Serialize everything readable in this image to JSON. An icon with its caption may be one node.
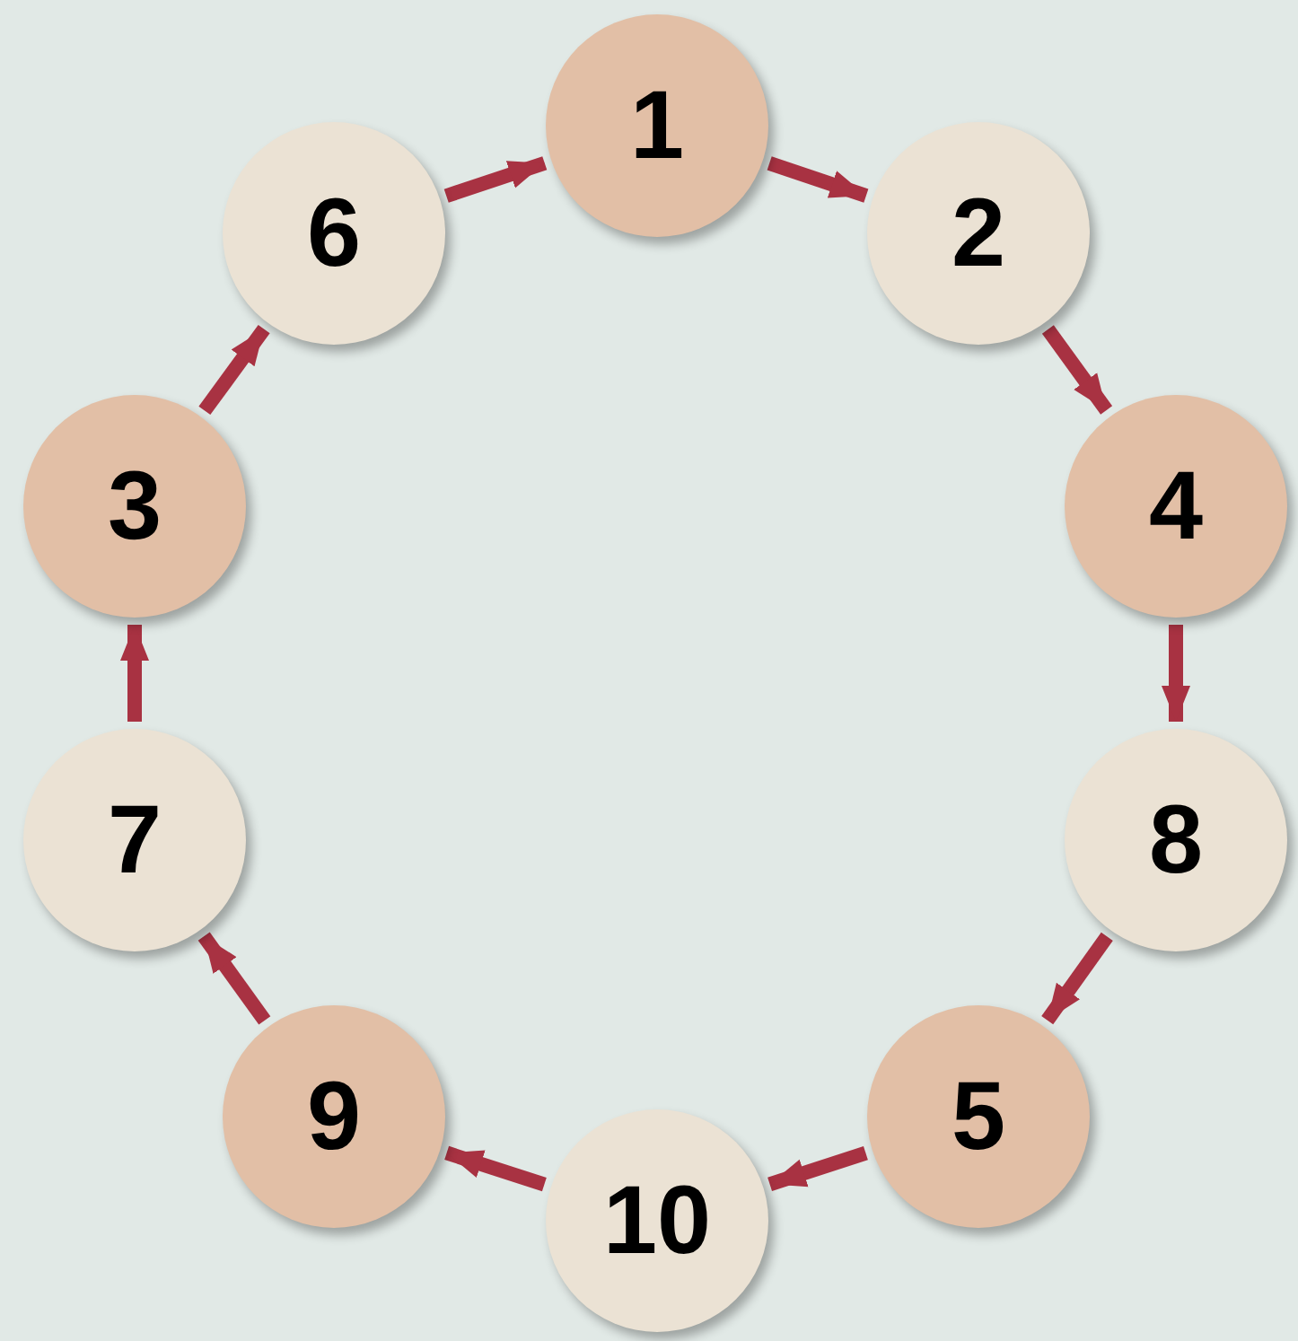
{
  "diagram": {
    "nodes": [
      {
        "text": [
          "1"
        ]
      },
      {
        "text": [
          "2"
        ]
      },
      {
        "text": [
          "4"
        ]
      },
      {
        "text": [
          "8"
        ]
      },
      {
        "text": [
          "5"
        ]
      },
      {
        "text": [
          "10"
        ]
      },
      {
        "text": [
          "9"
        ]
      },
      {
        "text": [
          "7"
        ]
      },
      {
        "text": [
          "3"
        ]
      },
      {
        "text": [
          "6"
        ]
      }
    ],
    "edges": [
      {
        "from": 0,
        "to": 1,
        "arrow": "to"
      },
      {
        "from": 1,
        "to": 2,
        "arrow": "to"
      },
      {
        "from": 2,
        "to": 3,
        "arrow": "to"
      },
      {
        "from": 3,
        "to": 4,
        "arrow": "to"
      },
      {
        "from": 4,
        "to": 5,
        "arrow": "to"
      },
      {
        "from": 5,
        "to": 6,
        "arrow": "to"
      },
      {
        "from": 6,
        "to": 7,
        "arrow": "to"
      },
      {
        "from": 7,
        "to": 8,
        "arrow": "to"
      },
      {
        "from": 8,
        "to": 9,
        "arrow": "to"
      },
      {
        "from": 9,
        "to": 0,
        "arrow": "to"
      }
    ]
  }
}
